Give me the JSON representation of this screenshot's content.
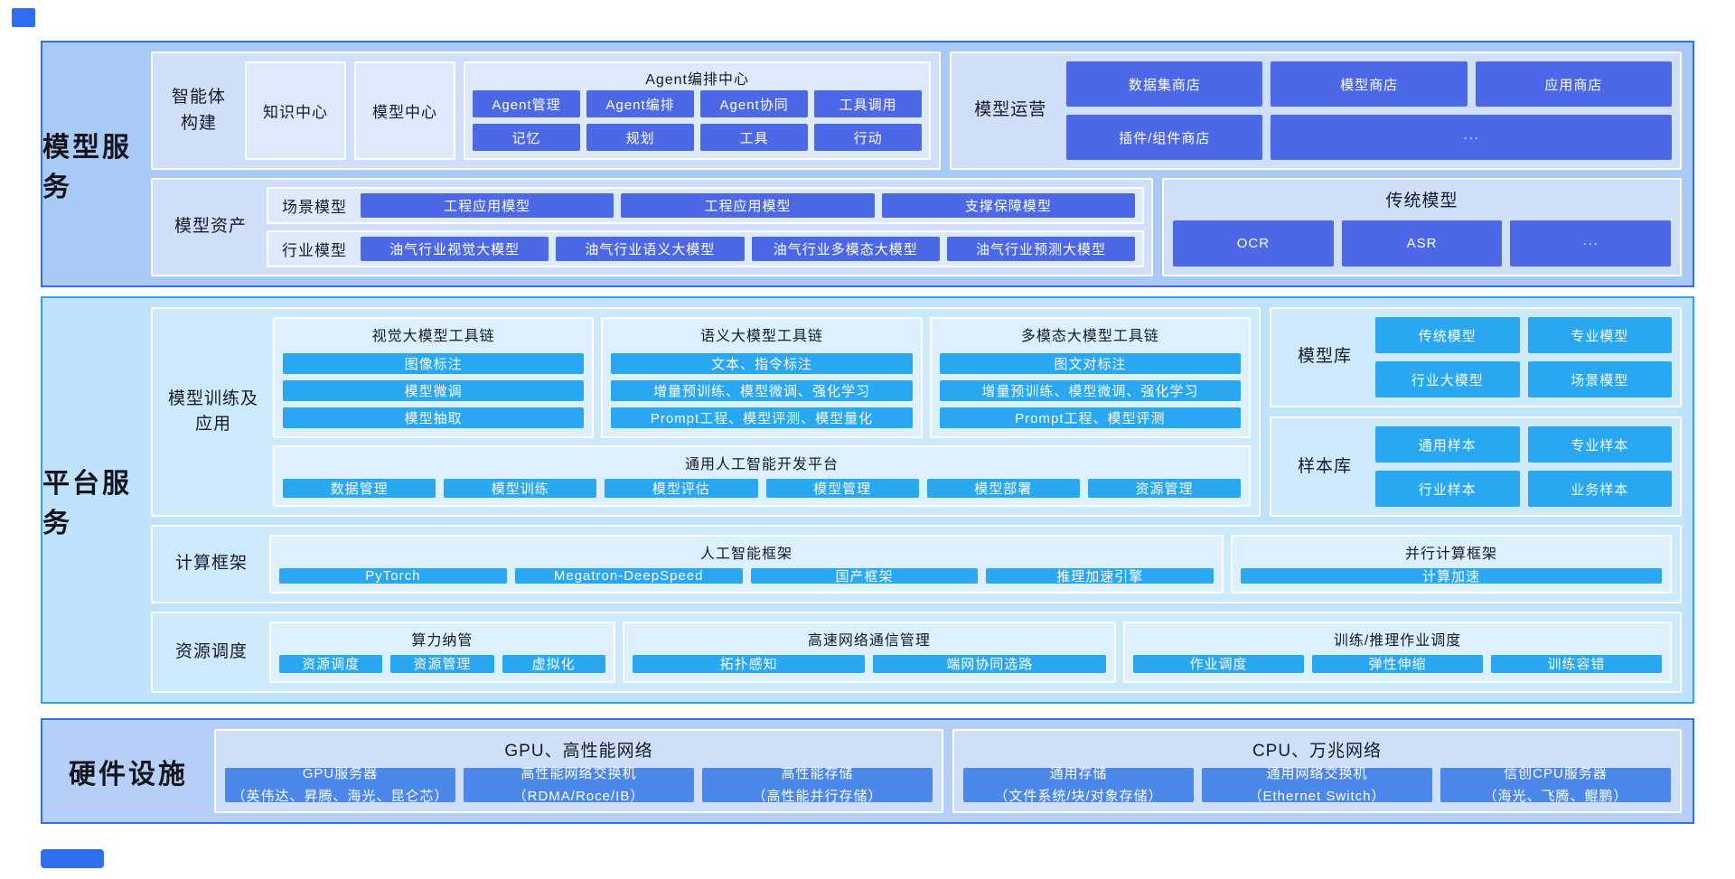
{
  "sections": {
    "model_service": {
      "label": "模型服务",
      "agent_build": {
        "label": "智能体构建",
        "knowledge_center": "知识中心",
        "model_center": "模型中心",
        "agent_center": {
          "title": "Agent编排中心",
          "row1": [
            "Agent管理",
            "Agent编排",
            "Agent协同",
            "工具调用"
          ],
          "row2": [
            "记忆",
            "规划",
            "工具",
            "行动"
          ]
        }
      },
      "model_operation": {
        "label": "模型运营",
        "stores": [
          "数据集商店",
          "模型商店",
          "应用商店"
        ],
        "store_plugin": "插件/组件商店",
        "store_more": "···"
      },
      "model_assets": {
        "label": "模型资产",
        "scene": {
          "label": "场景模型",
          "items": [
            "工程应用模型",
            "工程应用模型",
            "支撑保障模型"
          ]
        },
        "industry": {
          "label": "行业模型",
          "items": [
            "油气行业视觉大模型",
            "油气行业语义大模型",
            "油气行业多模态大模型",
            "油气行业预测大模型"
          ]
        }
      },
      "traditional": {
        "title": "传统模型",
        "items": [
          "OCR",
          "ASR",
          "···"
        ]
      }
    },
    "platform_service": {
      "label": "平台服务",
      "training": {
        "label": "模型训练及应用",
        "toolchains": [
          {
            "title": "视觉大模型工具链",
            "items": [
              "图像标注",
              "模型微调",
              "模型抽取"
            ]
          },
          {
            "title": "语义大模型工具链",
            "items": [
              "文本、指令标注",
              "增量预训练、模型微调、强化学习",
              "Prompt工程、模型评测、模型量化"
            ]
          },
          {
            "title": "多模态大模型工具链",
            "items": [
              "图文对标注",
              "增量预训练、模型微调、强化学习",
              "Prompt工程、模型评测"
            ]
          }
        ],
        "platform": {
          "title": "通用人工智能开发平台",
          "items": [
            "数据管理",
            "模型训练",
            "模型评估",
            "模型管理",
            "模型部署",
            "资源管理"
          ]
        }
      },
      "model_repo": {
        "label": "模型库",
        "items": [
          "传统模型",
          "专业模型",
          "行业大模型",
          "场景模型"
        ]
      },
      "sample_repo": {
        "label": "样本库",
        "items": [
          "通用样本",
          "专业样本",
          "行业样本",
          "业务样本"
        ]
      },
      "compute": {
        "label": "计算框架",
        "ai_framework": {
          "title": "人工智能框架",
          "items": [
            "PyTorch",
            "Megatron-DeepSpeed",
            "国产框架",
            "推理加速引擎"
          ]
        },
        "parallel": {
          "title": "并行计算框架",
          "items": [
            "计算加速"
          ]
        }
      },
      "scheduling": {
        "label": "资源调度",
        "groups": [
          {
            "title": "算力纳管",
            "items": [
              "资源调度",
              "资源管理",
              "虚拟化"
            ]
          },
          {
            "title": "高速网络通信管理",
            "items": [
              "拓扑感知",
              "端网协同选路"
            ]
          },
          {
            "title": "训练/推理作业调度",
            "items": [
              "作业调度",
              "弹性伸缩",
              "训练容错"
            ]
          }
        ]
      }
    },
    "hardware": {
      "label": "硬件设施",
      "gpu": {
        "title": "GPU、高性能网络",
        "items": [
          {
            "name": "GPU服务器",
            "detail": "（英伟达、昇腾、海光、昆仑芯）"
          },
          {
            "name": "高性能网络交换机",
            "detail": "（RDMA/Roce/IB）"
          },
          {
            "name": "高性能存储",
            "detail": "（高性能并行存储）"
          }
        ]
      },
      "cpu": {
        "title": "CPU、万兆网络",
        "items": [
          {
            "name": "通用存储",
            "detail": "（文件系统/块/对象存储）"
          },
          {
            "name": "通用网络交换机",
            "detail": "（Ethernet Switch）"
          },
          {
            "name": "信创CPU服务器",
            "detail": "（海光、飞腾、鲲鹏）"
          }
        ]
      }
    }
  },
  "colors": {
    "band_blue_bg": "#a9c9f7",
    "band_blue_border": "#2e6ff2",
    "band_cyan_bg": "#bfe3fc",
    "band_cyan_border": "#2aa7f0",
    "band_periwinkle_bg": "#b6cff8",
    "panel_light_blue": "#cfdff9",
    "panel_light_cyan": "#cdeafc",
    "inner_box_blue": "#dde9fc",
    "inner_box_cyan": "#dcf0fd",
    "button_indigo": "#4d68e6",
    "button_azure": "#29a7f0",
    "button_cornflower": "#4c87ea",
    "text_dark": "#14161c",
    "border_white": "#ffffff"
  }
}
